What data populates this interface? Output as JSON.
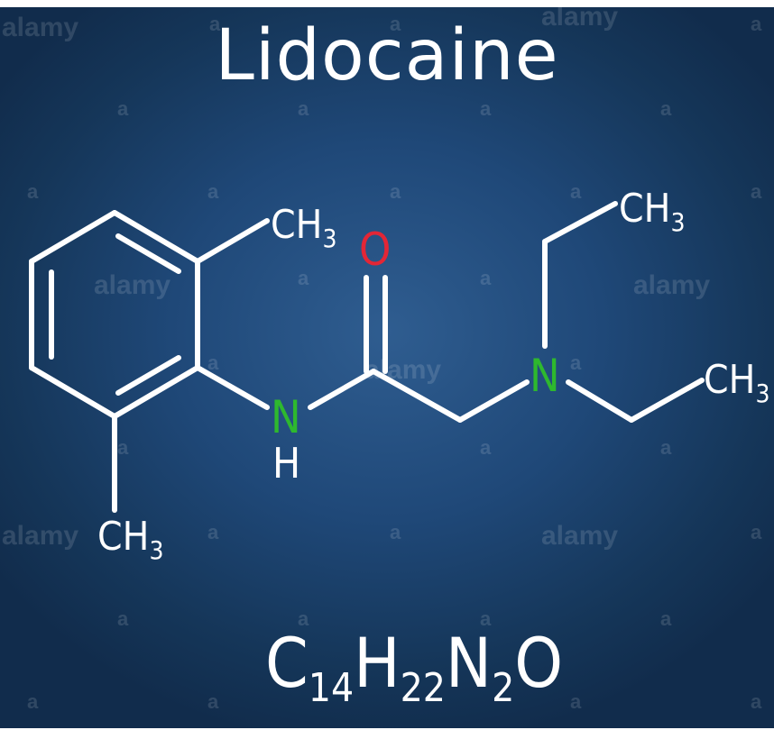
{
  "title": "Lidocaine",
  "colors": {
    "background": "#1f4878",
    "bond": "#ffffff",
    "oxygen": "#e32636",
    "nitrogen": "#2eb82e"
  },
  "atoms": {
    "methyl_top": {
      "main": "CH",
      "sub": "3"
    },
    "oxygen": "O",
    "methyl_right_top": {
      "main": "CH",
      "sub": "3"
    },
    "methyl_right_bottom": {
      "main": "CH",
      "sub": "3"
    },
    "amine_nitrogen": "N",
    "amide_nitrogen": "N",
    "amide_hydrogen": "H",
    "methyl_bottom": {
      "main": "CH",
      "sub": "3"
    }
  },
  "formula": {
    "c": "C",
    "c_count": "14",
    "h": "H",
    "h_count": "22",
    "n": "N",
    "n_count": "2",
    "o": "O"
  },
  "watermark": {
    "brand": "alamy",
    "mark": "a"
  }
}
